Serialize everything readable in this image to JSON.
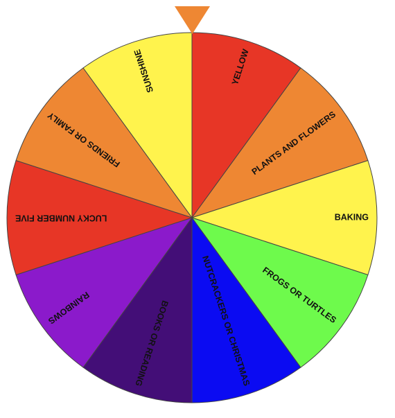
{
  "wheel": {
    "segments": [
      {
        "label": "YELLOW",
        "color": "#E73626"
      },
      {
        "label": "PLANTS AND FLOWERS",
        "color": "#EE8733"
      },
      {
        "label": "BAKING",
        "color": "#FFF34D"
      },
      {
        "label": "FROGS OR TURTLES",
        "color": "#6EFA4C"
      },
      {
        "label": "NUTCRACKERS OR CHRISTMAS",
        "color": "#0B0BF2"
      },
      {
        "label": "BOOKS OR READING",
        "color": "#430E77"
      },
      {
        "label": "RAINBOWS",
        "color": "#8B1ACB"
      },
      {
        "label": "LUCKY NUMBER FIVE",
        "color": "#E73626"
      },
      {
        "label": "FRIENDS OR FAMILY",
        "color": "#EE8733"
      },
      {
        "label": "SUNSHINE",
        "color": "#FFF34D"
      }
    ],
    "pointer_color": "#EE8733",
    "border_color": "#444444"
  }
}
